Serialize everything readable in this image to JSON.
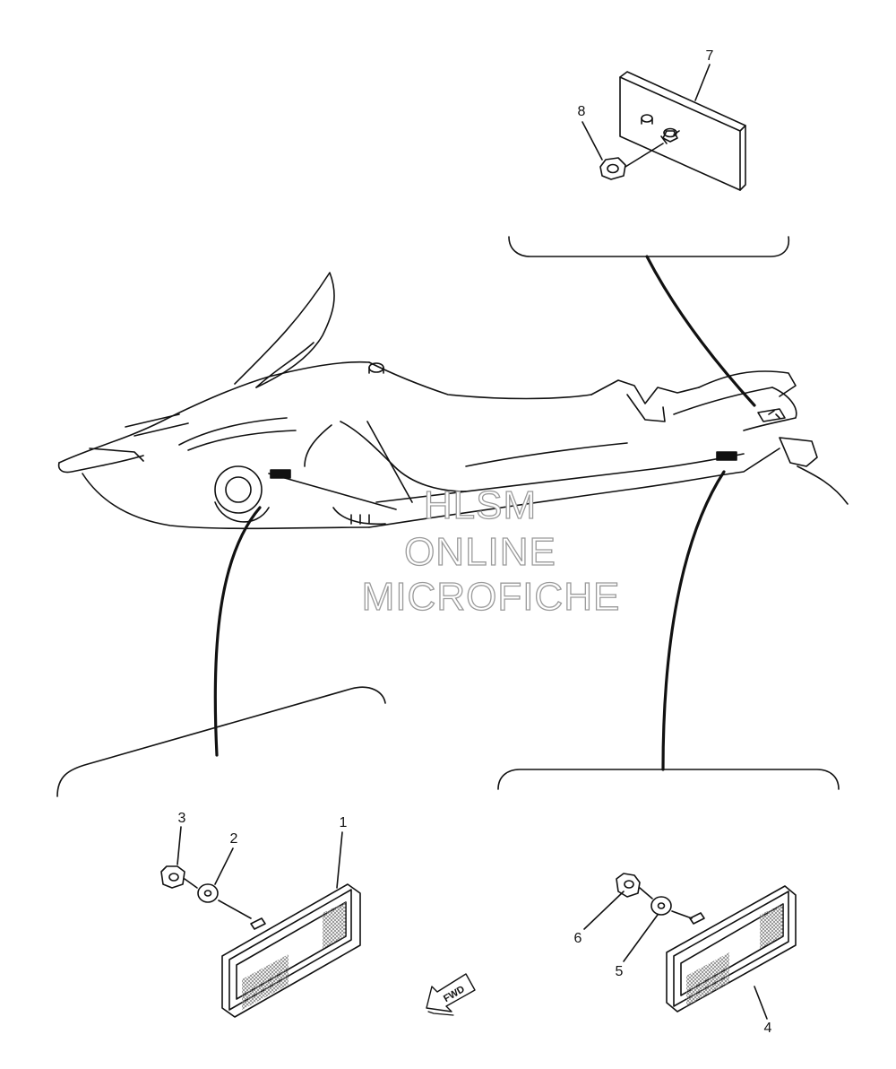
{
  "diagram": {
    "part_numbers": {
      "p1": "1",
      "p2": "2",
      "p3": "3",
      "p4": "4",
      "p5": "5",
      "p6": "6",
      "p7": "7",
      "p8": "8"
    },
    "fwd_label": "FWD",
    "watermark": {
      "line1": "HLSM",
      "line2": "ONLINE",
      "line3": "MICROFICHE"
    },
    "colors": {
      "line": "#111111",
      "watermark_outline": "#9a9a9a",
      "background": "#ffffff"
    }
  }
}
